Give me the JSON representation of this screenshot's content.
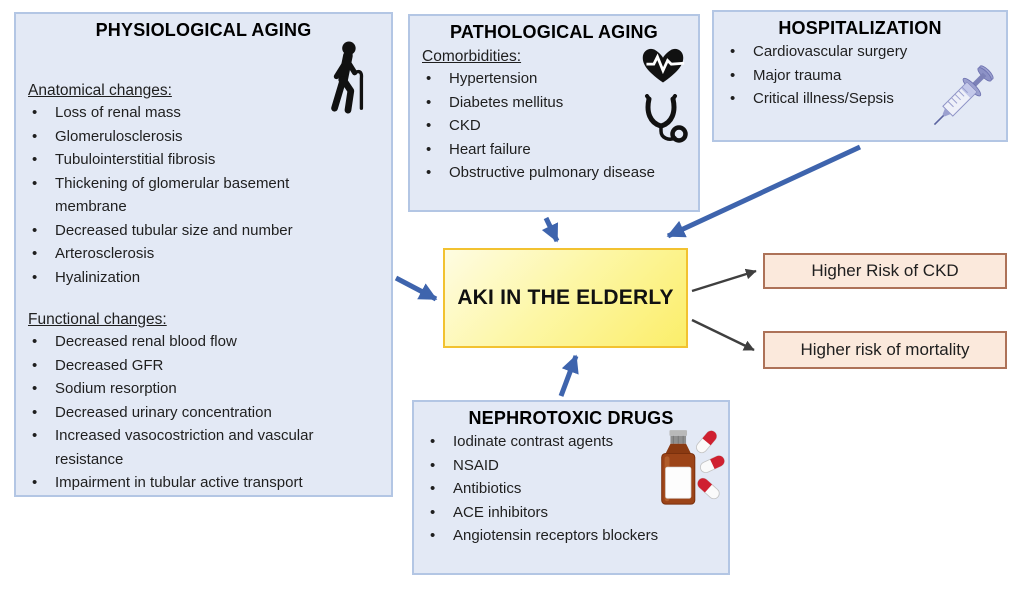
{
  "boxes": {
    "physiological": {
      "title": "PHYSIOLOGICAL AGING",
      "icon": "elderly-person-icon",
      "sections": [
        {
          "heading": "Anatomical changes:",
          "items": [
            "Loss of renal mass",
            "Glomerulosclerosis",
            "Tubulointerstitial fibrosis",
            "Thickening of glomerular basement\nmembrane",
            "Decreased tubular size and number",
            "Arterosclerosis",
            "Hyalinization"
          ]
        },
        {
          "heading": "Functional changes:",
          "items": [
            "Decreased renal blood flow",
            "Decreased GFR",
            "Sodium resorption",
            "Decreased urinary concentration",
            "Increased vasocostriction and vascular\nresistance",
            "Impairment in tubular active transport"
          ]
        }
      ]
    },
    "pathological": {
      "title": "PATHOLOGICAL AGING",
      "heading": "Comorbidities:",
      "icons": [
        "heart-pulse-icon",
        "stethoscope-icon"
      ],
      "items": [
        "Hypertension",
        "Diabetes mellitus",
        "CKD",
        "Heart failure",
        "Obstructive pulmonary disease"
      ]
    },
    "hospitalization": {
      "title": "HOSPITALIZATION",
      "icon": "syringe-icon",
      "items": [
        "Cardiovascular surgery",
        "Major trauma",
        "Critical illness/Sepsis"
      ]
    },
    "nephrotoxic": {
      "title": "NEPHROTOXIC DRUGS",
      "icon": "medicine-bottle-icon",
      "items": [
        "Iodinate contrast agents",
        "NSAID",
        "Antibiotics",
        "ACE inhibitors",
        "Angiotensin receptors blockers"
      ]
    },
    "center": {
      "label": "AKI IN THE ELDERLY"
    },
    "outcomes": [
      {
        "label": "Higher Risk of CKD"
      },
      {
        "label": "Higher risk of mortality"
      }
    ]
  },
  "colors": {
    "panel_fill": "#e3e9f5",
    "panel_border": "#b3c6e4",
    "center_fill": "#fbee6a",
    "center_border": "#f2c230",
    "outcome_fill": "#fbe9dc",
    "outcome_border": "#ad7258",
    "arrow_blue": "#3e64ad",
    "arrow_gray": "#3f3f3f",
    "text": "#1f1f1f"
  }
}
